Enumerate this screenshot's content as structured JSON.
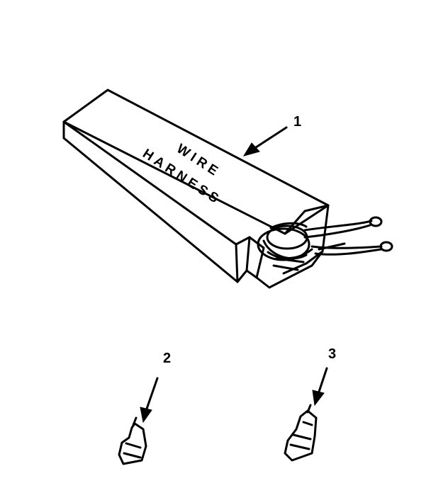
{
  "box": {
    "line1": "WIRE",
    "line2": "HARNESS"
  },
  "callouts": [
    {
      "label": "1",
      "part": "wire-harness-box"
    },
    {
      "label": "2",
      "part": "terminal-clip"
    },
    {
      "label": "3",
      "part": "terminal-clip"
    }
  ],
  "colors": {
    "ink": "#000000",
    "background": "#ffffff"
  }
}
